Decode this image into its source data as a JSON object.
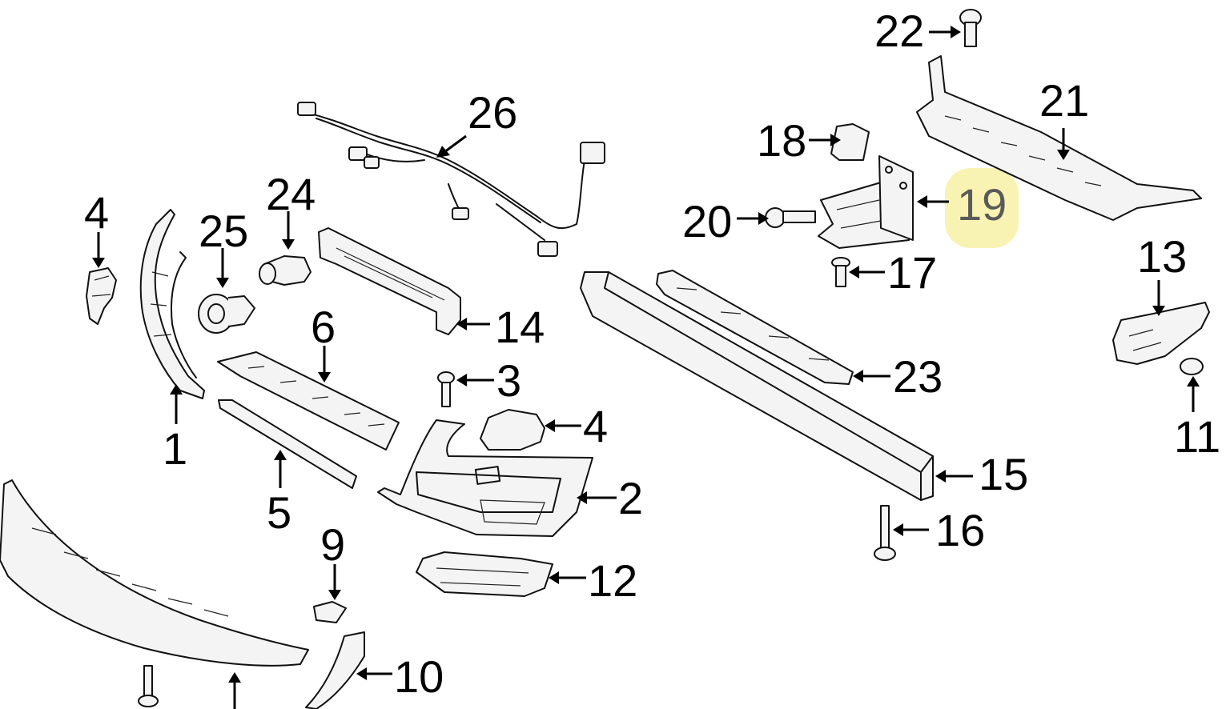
{
  "diagram": {
    "highlight_color": "#f7f1a6",
    "callouts": [
      {
        "id": "c1",
        "label": "1"
      },
      {
        "id": "c2",
        "label": "2"
      },
      {
        "id": "c3",
        "label": "3"
      },
      {
        "id": "c4a",
        "label": "4"
      },
      {
        "id": "c4b",
        "label": "4"
      },
      {
        "id": "c5",
        "label": "5"
      },
      {
        "id": "c6",
        "label": "6"
      },
      {
        "id": "c9",
        "label": "9"
      },
      {
        "id": "c10",
        "label": "10"
      },
      {
        "id": "c11",
        "label": "11"
      },
      {
        "id": "c12",
        "label": "12"
      },
      {
        "id": "c13",
        "label": "13"
      },
      {
        "id": "c14",
        "label": "14"
      },
      {
        "id": "c15",
        "label": "15"
      },
      {
        "id": "c16",
        "label": "16"
      },
      {
        "id": "c17",
        "label": "17"
      },
      {
        "id": "c18",
        "label": "18"
      },
      {
        "id": "c19",
        "label": "19",
        "highlighted": true
      },
      {
        "id": "c20",
        "label": "20"
      },
      {
        "id": "c21",
        "label": "21"
      },
      {
        "id": "c22",
        "label": "22"
      },
      {
        "id": "c23",
        "label": "23"
      },
      {
        "id": "c24",
        "label": "24"
      },
      {
        "id": "c25",
        "label": "25"
      },
      {
        "id": "c26",
        "label": "26"
      }
    ]
  }
}
